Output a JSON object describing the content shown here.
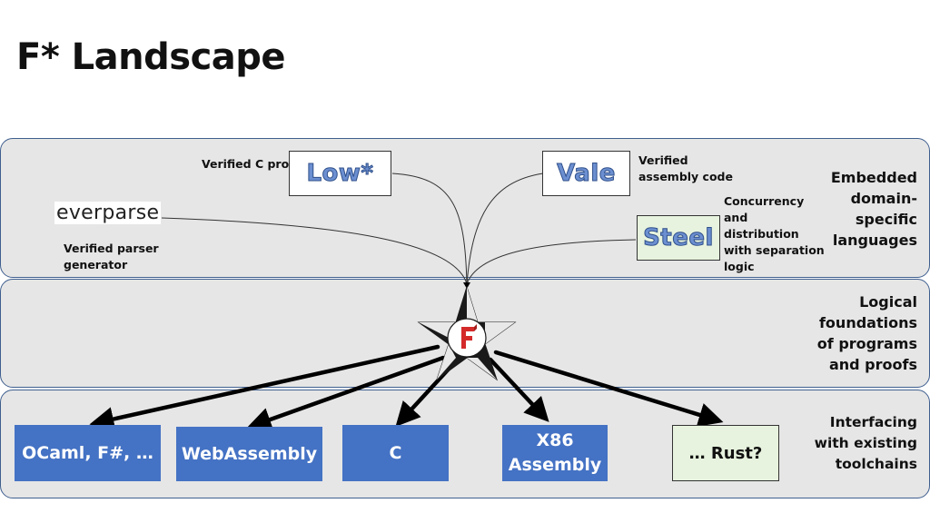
{
  "slide": {
    "title": "F* Landscape"
  },
  "bands": [
    {
      "label": "Embedded domain-specific languages"
    },
    {
      "label": "Logical foundations of programs and proofs"
    },
    {
      "label": "Interfacing with existing toolchains"
    }
  ],
  "languages": {
    "low": {
      "name": "Low*",
      "note": "Verified C programs"
    },
    "vale": {
      "name": "Vale",
      "note": "Verified assembly code"
    },
    "steel": {
      "name": "Steel",
      "note": "Concurrency and distribution with separation logic"
    },
    "everparse": {
      "name": "everparse",
      "note": "Verified parser generator"
    }
  },
  "targets": [
    {
      "label": "OCaml, F#, …"
    },
    {
      "label": "WebAssembly"
    },
    {
      "label": "C"
    },
    {
      "label": "X86 Assembly"
    },
    {
      "label": "… Rust?"
    }
  ],
  "logo": {
    "letter": "F"
  },
  "colors": {
    "band_fill": "#e6e6e6",
    "band_border": "#3f5f8f",
    "target_blue": "#4472c4",
    "light_green": "#e7f3de",
    "logo_red": "#d42a2a"
  }
}
